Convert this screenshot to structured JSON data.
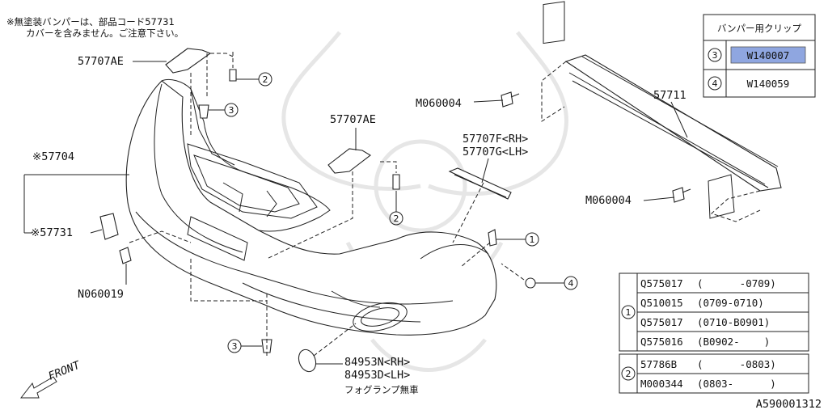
{
  "note": {
    "line1": "※無塗装バンパーは、部品コード57731",
    "line2": "カバーを含みません。ご注意下さい。"
  },
  "parts": {
    "p57707ae_a": "57707AE",
    "p57707ae_b": "57707AE",
    "p57704": "※57704",
    "p57731": "※57731",
    "n060019": "N060019",
    "m060004_a": "M060004",
    "m060004_b": "M060004",
    "p57711": "57711",
    "p57707f": "57707F<RH>",
    "p57707g": "57707G<LH>",
    "p84953n": "84953N<RH>",
    "p84953d": "84953D<LH>",
    "fog_note": "フォグランプ無車",
    "front": "FRONT",
    "drawing_id": "A590001312"
  },
  "callouts": {
    "c1": "1",
    "c2": "2",
    "c3": "3",
    "c4": "4"
  },
  "clip_table": {
    "title": "バンパー用クリップ",
    "rows": [
      {
        "num": "3",
        "code": "W140007",
        "highlight": true
      },
      {
        "num": "4",
        "code": "W140059",
        "highlight": false
      }
    ]
  },
  "table1": {
    "num": "1",
    "rows": [
      {
        "code": "Q575017",
        "range": "(      -0709)"
      },
      {
        "code": "Q510015",
        "range": "(0709-0710)"
      },
      {
        "code": "Q575017",
        "range": "(0710-B0901)"
      },
      {
        "code": "Q575016",
        "range": "(B0902-    )"
      }
    ]
  },
  "table2": {
    "num": "2",
    "rows": [
      {
        "code": "57786B",
        "range": "(      -0803)"
      },
      {
        "code": "M000344",
        "range": "(0803-      )"
      }
    ]
  },
  "colors": {
    "highlight_fill": "#8fa6e0",
    "ink": "#222222"
  }
}
